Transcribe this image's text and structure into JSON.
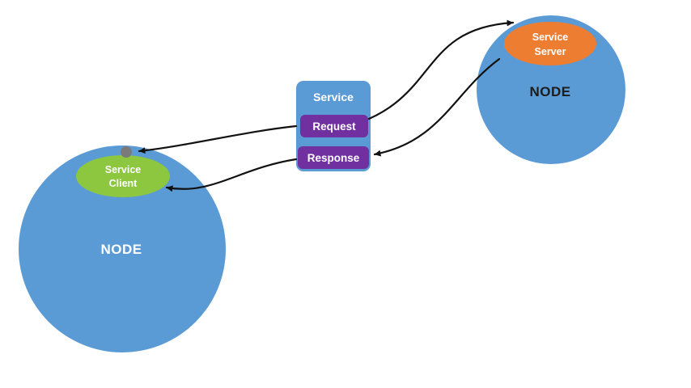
{
  "colors": {
    "node_fill": "#5b9bd5",
    "client_fill": "#8dc63f",
    "server_fill": "#ed7d31",
    "pill_fill": "#7030a0",
    "service_box_fill": "#5b9bd5",
    "dot_fill": "#7a7a7a",
    "arrow": "#111111"
  },
  "left_node": {
    "label": "NODE"
  },
  "right_node": {
    "label": "NODE"
  },
  "service_client": {
    "line1": "Service",
    "line2": "Client"
  },
  "service_server": {
    "line1": "Service",
    "line2": "Server"
  },
  "service": {
    "title": "Service",
    "request": "Request",
    "response": "Response"
  }
}
